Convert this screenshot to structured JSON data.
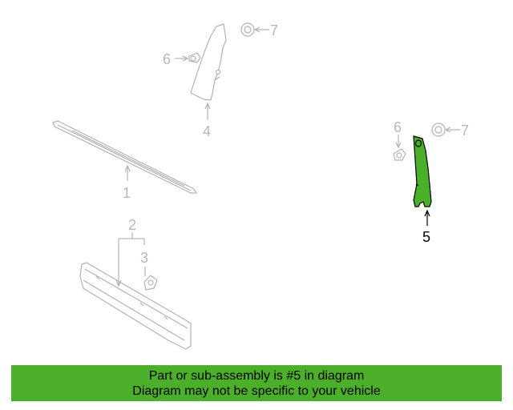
{
  "diagram": {
    "highlight_color": "#4caf2a",
    "callouts": {
      "c1": "1",
      "c2": "2",
      "c3": "3",
      "c4": "4",
      "c5": "5",
      "c6a": "6",
      "c6b": "6",
      "c7a": "7",
      "c7b": "7"
    },
    "highlighted_part": "5"
  },
  "banner": {
    "line1": "Part or sub-assembly is #5 in diagram",
    "line2": "Diagram may not be specific to your vehicle",
    "color": "#4caf2a"
  }
}
